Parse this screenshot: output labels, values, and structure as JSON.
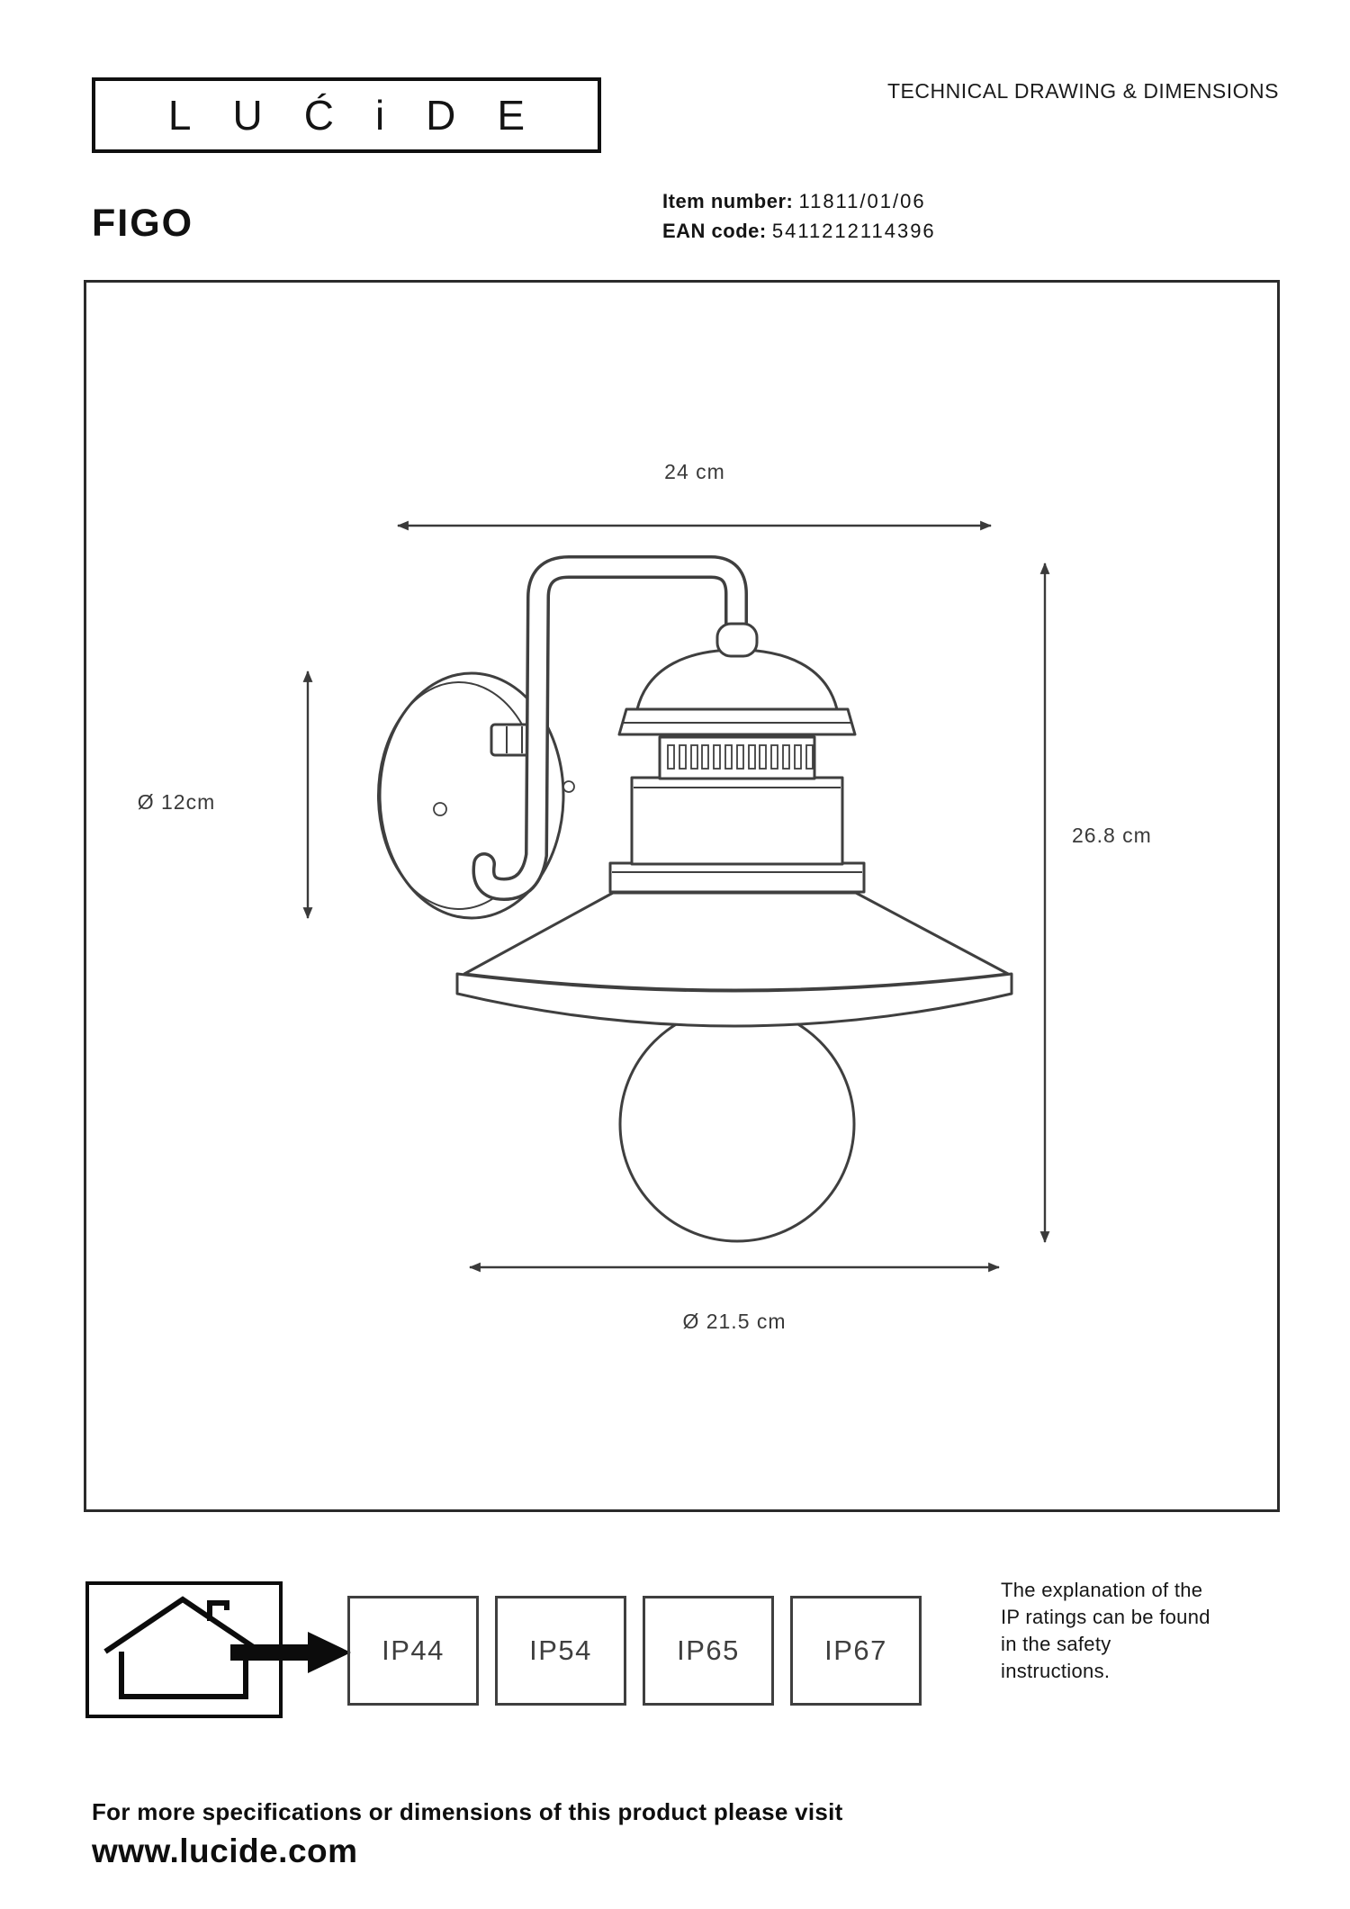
{
  "header": {
    "logo_text": "LUĆiDE",
    "doc_title": "TECHNICAL DRAWING & DIMENSIONS"
  },
  "product": {
    "name": "FIGO",
    "item_label": "Item number:",
    "item_value": "11811/01/06",
    "ean_label": "EAN code:",
    "ean_value": "5411212114396"
  },
  "drawing": {
    "width_label": "24 cm",
    "plate_label": "Ø 12cm",
    "height_label": "26.8 cm",
    "shade_label": "Ø 21.5 cm"
  },
  "ip": {
    "ratings": [
      "IP44",
      "IP54",
      "IP65",
      "IP67"
    ],
    "note": "The explanation of the\nIP ratings can be found\nin the safety\ninstructions."
  },
  "footer": {
    "line1": "For more specifications or dimensions of this product please visit",
    "website": "www.lucide.com"
  },
  "colors": {
    "ink": "#0c0c0c",
    "line": "#3f3f3f"
  }
}
